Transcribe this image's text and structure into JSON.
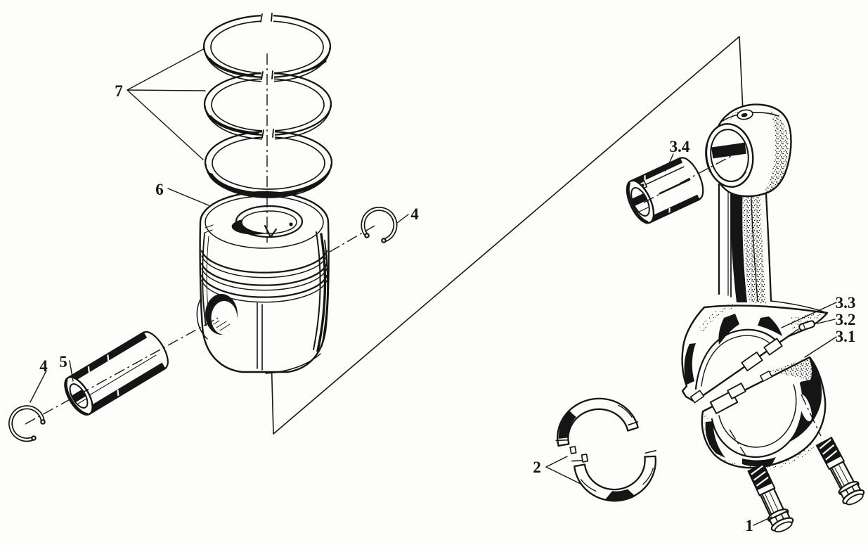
{
  "colors": {
    "ink": "#151515",
    "paper": "#fdfdfb"
  },
  "callouts": {
    "piston_rings": "7",
    "piston": "6",
    "circlip_right": "4",
    "circlip_left": "4",
    "piston_pin": "5",
    "small_end_bushing": "3.4",
    "upper_bearing_shell": "3.3",
    "locating_pin": "3.2",
    "bearing_cap": "3.1",
    "bearing_shells": "2",
    "rod_bolt": "1"
  }
}
